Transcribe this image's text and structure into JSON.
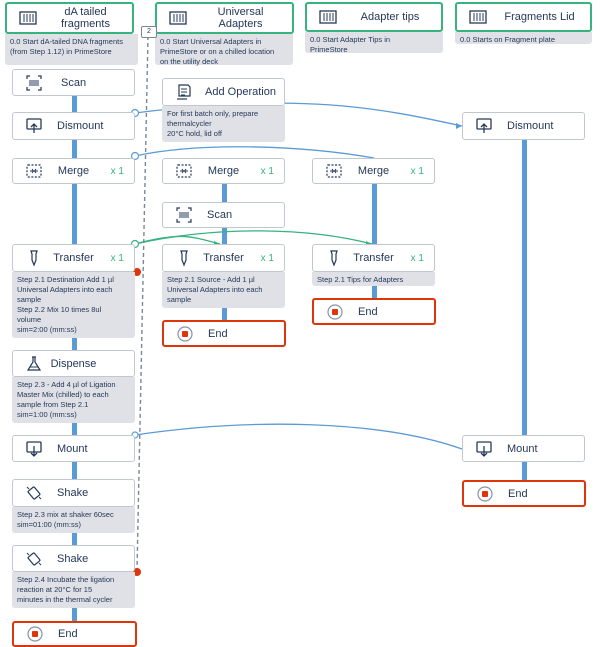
{
  "colors": {
    "start_border": "#36b37e",
    "end_border": "#de350b",
    "wire_blue": "#5b9bd5",
    "wire_green": "#36b37e",
    "desc_bg": "#dfe1e6"
  },
  "starts": [
    {
      "id": "dna",
      "label_lines": [
        "dA tailed",
        "fragments"
      ],
      "icon": "plate-icon",
      "desc": [
        "0.0 Start dA-tailed DNA fragments",
        "(from Step 1.12) in PrimeStore"
      ]
    },
    {
      "id": "adapters",
      "label_lines": [
        "Universal",
        "Adapters"
      ],
      "icon": "plate-icon",
      "desc": [
        "0.0 Start Universal Adapters in",
        "PrimeStore or on a chilled location",
        "on the utility deck"
      ]
    },
    {
      "id": "tips",
      "label_lines": [
        "Adapter tips"
      ],
      "icon": "plate-icon",
      "desc": [
        "0.0 Start Adapter Tips in",
        "PrimeStore"
      ]
    },
    {
      "id": "lid",
      "label_lines": [
        "Fragments Lid"
      ],
      "icon": "plate-icon",
      "desc": [
        "0.0 Starts on Fragment plate"
      ]
    }
  ],
  "badge": "2",
  "ops": {
    "scan_1": {
      "label": "Scan",
      "icon": "barcode-icon"
    },
    "dismount_1": {
      "label": "Dismount",
      "icon": "dismount-icon"
    },
    "add_operation": {
      "label": "Add Operation",
      "icon": "note-icon",
      "desc": [
        "For first batch only, prepare",
        "thermalcycler",
        "20°C hold, lid off"
      ]
    },
    "dismount_lid": {
      "label": "Dismount",
      "icon": "dismount-icon"
    },
    "merge_1": {
      "label": "Merge",
      "mult": "x 1",
      "icon": "merge-icon"
    },
    "merge_2": {
      "label": "Merge",
      "mult": "x 1",
      "icon": "merge-icon"
    },
    "merge_3": {
      "label": "Merge",
      "mult": "x 1",
      "icon": "merge-icon"
    },
    "scan_2": {
      "label": "Scan",
      "icon": "barcode-icon"
    },
    "transfer_1": {
      "label": "Transfer",
      "mult": "x 1",
      "icon": "pipette-icon",
      "desc": [
        "Step 2.1 Destination Add 1 µl",
        "Universal Adapters into each",
        "sample",
        "Step 2.2 Mix 10 times 8ul",
        "volume",
        "sim=2:00 (mm:ss)"
      ]
    },
    "transfer_2": {
      "label": "Transfer",
      "mult": "x 1",
      "icon": "pipette-icon",
      "desc": [
        "Step 2.1 Source - Add 1 µl",
        "Universal Adapters into each",
        "sample"
      ]
    },
    "transfer_3": {
      "label": "Transfer",
      "mult": "x 1",
      "icon": "pipette-icon",
      "desc": [
        "Step 2.1 Tips for Adapters"
      ]
    },
    "end_2": {
      "label": "End"
    },
    "end_3": {
      "label": "End"
    },
    "dispense": {
      "label": "Dispense",
      "icon": "flask-icon",
      "desc": [
        "Step 2.3 - Add 4 µl of Ligation",
        "Master Mix (chilled) to each",
        "sample from Step 2.1",
        "sim=1:00 (mm:ss)"
      ]
    },
    "mount_1": {
      "label": "Mount",
      "icon": "mount-icon"
    },
    "mount_lid": {
      "label": "Mount",
      "icon": "mount-icon"
    },
    "end_lid": {
      "label": "End"
    },
    "shake_1": {
      "label": "Shake",
      "icon": "shake-icon",
      "desc": [
        "Step 2.3 mix at shaker 60sec",
        "sim=01:00 (mm:ss)"
      ]
    },
    "shake_2": {
      "label": "Shake",
      "icon": "shake-icon",
      "desc": [
        "Step 2.4 Incubate the ligation",
        "reaction at 20°C for 15",
        "minutes in the thermal cycler"
      ]
    },
    "end_1": {
      "label": "End"
    }
  }
}
